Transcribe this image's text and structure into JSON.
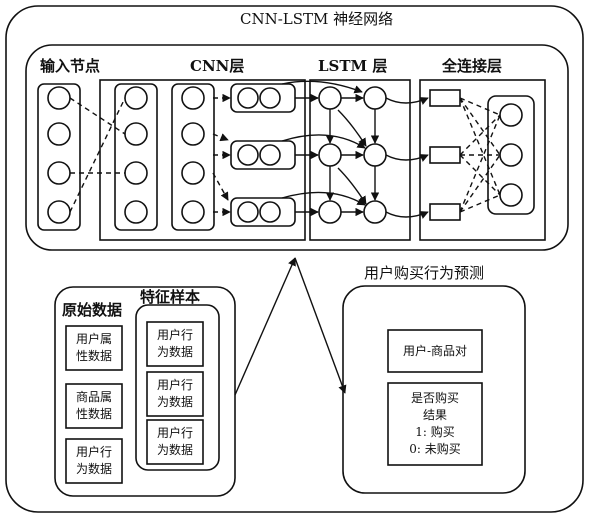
{
  "diagram": {
    "title": "CNN-LSTM 神经网络",
    "network_labels": {
      "input": "输入节点",
      "cnn": "CNN层",
      "lstm": "LSTM 层",
      "fc": "全连接层"
    },
    "raw_data": {
      "title": "原始数据",
      "items": [
        "用户属\n性数据",
        "商品属\n性数据",
        "用户行\n为数据"
      ]
    },
    "feature_samples": {
      "title": "特征样本",
      "items": [
        "用户行\n为数据",
        "用户行\n为数据",
        "用户行\n为数据"
      ]
    },
    "prediction": {
      "title": "用户购买行为预测",
      "pair": "用户-商品对",
      "result": "是否购买\n结果\n1: 购买\n0: 未购买"
    }
  }
}
